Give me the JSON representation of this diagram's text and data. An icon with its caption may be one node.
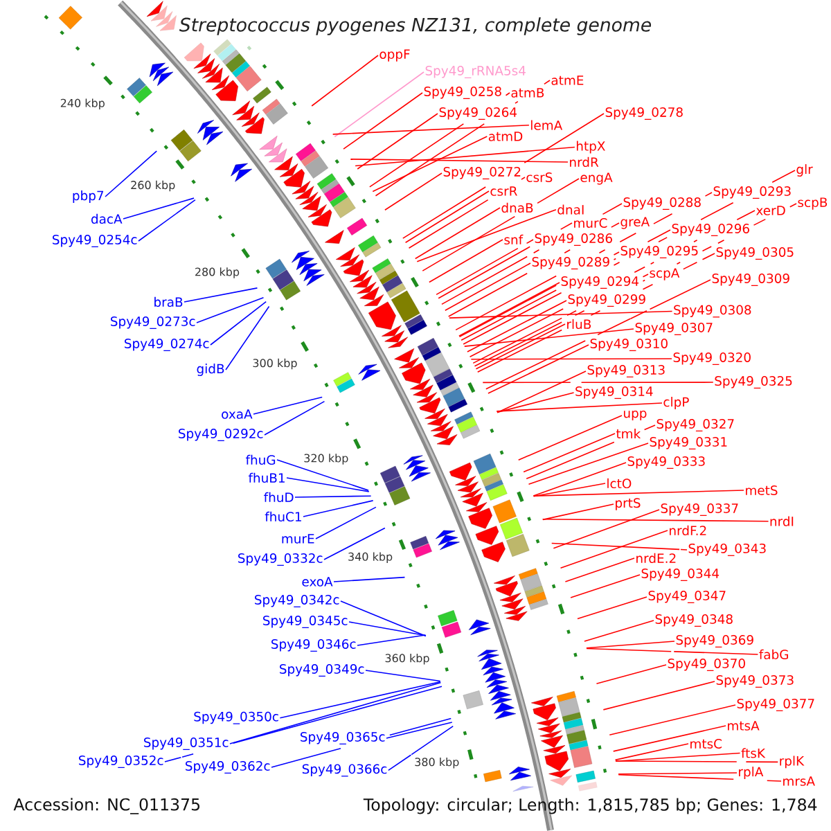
{
  "diagram": {
    "title": "Streptococcus pyogenes NZ131, complete genome",
    "nodes": [
      {
        "text": [
          "oppF"
        ]
      },
      {
        "text": [
          "Spy49_rRNA5s4"
        ]
      },
      {
        "text": [
          "Spy49_0258"
        ]
      },
      {
        "text": [
          "atmB"
        ]
      },
      {
        "text": [
          "atmE"
        ]
      },
      {
        "text": [
          "Spy49_0264"
        ]
      },
      {
        "text": [
          "atmD"
        ]
      },
      {
        "text": [
          "Spy49_0278"
        ]
      },
      {
        "text": [
          "htpX"
        ]
      },
      {
        "text": [
          "lemA"
        ]
      },
      {
        "text": [
          "Spy49_0272"
        ]
      },
      {
        "text": [
          "csrS"
        ]
      },
      {
        "text": [
          "nrdR"
        ]
      },
      {
        "text": [
          "engA"
        ]
      },
      {
        "text": [
          "csrR"
        ]
      },
      {
        "text": [
          "dnaI"
        ]
      },
      {
        "text": [
          "dnaB"
        ]
      },
      {
        "text": [
          "Spy49_0288"
        ]
      },
      {
        "text": [
          "Spy49_0293"
        ]
      },
      {
        "text": [
          "glr"
        ]
      },
      {
        "text": [
          "scpB"
        ]
      },
      {
        "text": [
          "xerD"
        ]
      },
      {
        "text": [
          "murC"
        ]
      },
      {
        "text": [
          "greA"
        ]
      },
      {
        "text": [
          "Spy49_0296"
        ]
      },
      {
        "text": [
          "snf"
        ]
      },
      {
        "text": [
          "Spy49_0286"
        ]
      },
      {
        "text": [
          "Spy49_0295"
        ]
      },
      {
        "text": [
          "Spy49_0305"
        ]
      },
      {
        "text": [
          "Spy49_0289"
        ]
      },
      {
        "text": [
          "Spy49_0294"
        ]
      },
      {
        "text": [
          "scpA"
        ]
      },
      {
        "text": [
          "Spy49_0309"
        ]
      },
      {
        "text": [
          "Spy49_0299"
        ]
      },
      {
        "text": [
          "Spy49_0308"
        ]
      },
      {
        "text": [
          "rluB"
        ]
      },
      {
        "text": [
          "Spy49_0307"
        ]
      },
      {
        "text": [
          "Spy49_0310"
        ]
      },
      {
        "text": [
          "Spy49_0313"
        ]
      },
      {
        "text": [
          "Spy49_0320"
        ]
      },
      {
        "text": [
          "Spy49_0314"
        ]
      },
      {
        "text": [
          "Spy49_0325"
        ]
      },
      {
        "text": [
          "clpP"
        ]
      },
      {
        "text": [
          "upp"
        ]
      },
      {
        "text": [
          "Spy49_0327"
        ]
      },
      {
        "text": [
          "tmk"
        ]
      },
      {
        "text": [
          "Spy49_0331"
        ]
      },
      {
        "text": [
          "Spy49_0333"
        ]
      },
      {
        "text": [
          "lctO"
        ]
      },
      {
        "text": [
          "metS"
        ]
      },
      {
        "text": [
          "prtS"
        ]
      },
      {
        "text": [
          "Spy49_0337"
        ]
      },
      {
        "text": [
          "nrdI"
        ]
      },
      {
        "text": [
          "nrdF.2"
        ]
      },
      {
        "text": [
          "nrdE.2"
        ]
      },
      {
        "text": [
          "Spy49_0343"
        ]
      },
      {
        "text": [
          "Spy49_0344"
        ]
      },
      {
        "text": [
          "Spy49_0347"
        ]
      },
      {
        "text": [
          "Spy49_0348"
        ]
      },
      {
        "text": [
          "Spy49_0369"
        ]
      },
      {
        "text": [
          "Spy49_0370"
        ]
      },
      {
        "text": [
          "fabG"
        ]
      },
      {
        "text": [
          "Spy49_0373"
        ]
      },
      {
        "text": [
          "Spy49_0377"
        ]
      },
      {
        "text": [
          "mtsA"
        ]
      },
      {
        "text": [
          "mtsC"
        ]
      },
      {
        "text": [
          "ftsK"
        ]
      },
      {
        "text": [
          "rplK"
        ]
      },
      {
        "text": [
          "rplA"
        ]
      },
      {
        "text": [
          "mrsA"
        ]
      },
      {
        "text": [
          "pbp7"
        ]
      },
      {
        "text": [
          "dacA"
        ]
      },
      {
        "text": [
          "Spy49_0254c"
        ]
      },
      {
        "text": [
          "braB"
        ]
      },
      {
        "text": [
          "Spy49_0273c"
        ]
      },
      {
        "text": [
          "Spy49_0274c"
        ]
      },
      {
        "text": [
          "gidB"
        ]
      },
      {
        "text": [
          "oxaA"
        ]
      },
      {
        "text": [
          "Spy49_0292c"
        ]
      },
      {
        "text": [
          "fhuG"
        ]
      },
      {
        "text": [
          "fhuB1"
        ]
      },
      {
        "text": [
          "fhuD"
        ]
      },
      {
        "text": [
          "fhuC1"
        ]
      },
      {
        "text": [
          "murE"
        ]
      },
      {
        "text": [
          "Spy49_0332c"
        ]
      },
      {
        "text": [
          "exoA"
        ]
      },
      {
        "text": [
          "Spy49_0342c"
        ]
      },
      {
        "text": [
          "Spy49_0345c"
        ]
      },
      {
        "text": [
          "Spy49_0346c"
        ]
      },
      {
        "text": [
          "Spy49_0349c"
        ]
      },
      {
        "text": [
          "Spy49_0350c"
        ]
      },
      {
        "text": [
          "Spy49_0351c"
        ]
      },
      {
        "text": [
          "Spy49_0352c"
        ]
      },
      {
        "text": [
          "Spy49_0362c"
        ]
      },
      {
        "text": [
          "Spy49_0365c"
        ]
      },
      {
        "text": [
          "Spy49_0366c"
        ]
      }
    ],
    "edges": [
      {
        "from": 0,
        "to": null,
        "arrow": "none"
      },
      {
        "from": 1,
        "to": null,
        "arrow": "none",
        "color": "#ff99cc"
      },
      {
        "from": 2,
        "to": null,
        "arrow": "none"
      },
      {
        "from": 3,
        "to": null,
        "arrow": "none"
      },
      {
        "from": 4,
        "to": null,
        "arrow": "none"
      },
      {
        "from": 5,
        "to": null,
        "arrow": "none"
      },
      {
        "from": 6,
        "to": null,
        "arrow": "none"
      },
      {
        "from": 7,
        "to": null,
        "arrow": "none"
      },
      {
        "from": 8,
        "to": null,
        "arrow": "none"
      },
      {
        "from": 9,
        "to": null,
        "arrow": "none"
      },
      {
        "from": 10,
        "to": null,
        "arrow": "none"
      },
      {
        "from": 11,
        "to": null,
        "arrow": "none"
      },
      {
        "from": 12,
        "to": null,
        "arrow": "none"
      },
      {
        "from": 13,
        "to": null,
        "arrow": "none"
      },
      {
        "from": 14,
        "to": null,
        "arrow": "none"
      },
      {
        "from": 15,
        "to": null,
        "arrow": "none"
      },
      {
        "from": 16,
        "to": null,
        "arrow": "none"
      },
      {
        "from": 17,
        "to": null,
        "arrow": "none"
      },
      {
        "from": 18,
        "to": null,
        "arrow": "none"
      },
      {
        "from": 19,
        "to": null,
        "arrow": "none"
      },
      {
        "from": 20,
        "to": null,
        "arrow": "none"
      },
      {
        "from": 21,
        "to": null,
        "arrow": "none"
      },
      {
        "from": 22,
        "to": null,
        "arrow": "none"
      },
      {
        "from": 23,
        "to": null,
        "arrow": "none"
      },
      {
        "from": 24,
        "to": null,
        "arrow": "none"
      },
      {
        "from": 25,
        "to": null,
        "arrow": "none"
      },
      {
        "from": 26,
        "to": null,
        "arrow": "none"
      },
      {
        "from": 27,
        "to": null,
        "arrow": "none"
      },
      {
        "from": 28,
        "to": null,
        "arrow": "none"
      },
      {
        "from": 29,
        "to": null,
        "arrow": "none"
      },
      {
        "from": 30,
        "to": null,
        "arrow": "none"
      },
      {
        "from": 31,
        "to": null,
        "arrow": "none"
      },
      {
        "from": 32,
        "to": null,
        "arrow": "none"
      },
      {
        "from": 33,
        "to": null,
        "arrow": "none"
      },
      {
        "from": 34,
        "to": null,
        "arrow": "none"
      },
      {
        "from": 35,
        "to": null,
        "arrow": "none"
      },
      {
        "from": 36,
        "to": null,
        "arrow": "none"
      },
      {
        "from": 37,
        "to": null,
        "arrow": "none"
      },
      {
        "from": 38,
        "to": null,
        "arrow": "none"
      },
      {
        "from": 39,
        "to": null,
        "arrow": "none"
      },
      {
        "from": 40,
        "to": null,
        "arrow": "none"
      },
      {
        "from": 41,
        "to": null,
        "arrow": "none"
      },
      {
        "from": 42,
        "to": null,
        "arrow": "none"
      },
      {
        "from": 43,
        "to": null,
        "arrow": "none"
      },
      {
        "from": 44,
        "to": null,
        "arrow": "none"
      },
      {
        "from": 45,
        "to": null,
        "arrow": "none"
      },
      {
        "from": 46,
        "to": null,
        "arrow": "none"
      },
      {
        "from": 47,
        "to": null,
        "arrow": "none"
      },
      {
        "from": 48,
        "to": null,
        "arrow": "none"
      },
      {
        "from": 49,
        "to": null,
        "arrow": "none"
      },
      {
        "from": 50,
        "to": null,
        "arrow": "none"
      },
      {
        "from": 51,
        "to": null,
        "arrow": "none"
      },
      {
        "from": 52,
        "to": null,
        "arrow": "none"
      },
      {
        "from": 53,
        "to": null,
        "arrow": "none"
      },
      {
        "from": 54,
        "to": null,
        "arrow": "none"
      },
      {
        "from": 55,
        "to": null,
        "arrow": "none"
      },
      {
        "from": 56,
        "to": null,
        "arrow": "none"
      },
      {
        "from": 57,
        "to": null,
        "arrow": "none"
      },
      {
        "from": 58,
        "to": null,
        "arrow": "none"
      },
      {
        "from": 59,
        "to": null,
        "arrow": "none"
      },
      {
        "from": 60,
        "to": null,
        "arrow": "none"
      },
      {
        "from": 61,
        "to": null,
        "arrow": "none"
      },
      {
        "from": 62,
        "to": null,
        "arrow": "none"
      },
      {
        "from": 63,
        "to": null,
        "arrow": "none"
      },
      {
        "from": 64,
        "to": null,
        "arrow": "none"
      },
      {
        "from": 65,
        "to": null,
        "arrow": "none"
      },
      {
        "from": 66,
        "to": null,
        "arrow": "none"
      },
      {
        "from": 67,
        "to": null,
        "arrow": "none"
      },
      {
        "from": 68,
        "to": null,
        "arrow": "none"
      },
      {
        "from": 69,
        "to": null,
        "arrow": "none"
      },
      {
        "from": 70,
        "to": null,
        "arrow": "none",
        "color": "#0000ff"
      },
      {
        "from": 71,
        "to": null,
        "arrow": "none",
        "color": "#0000ff"
      },
      {
        "from": 72,
        "to": null,
        "arrow": "none",
        "color": "#0000ff"
      },
      {
        "from": 73,
        "to": null,
        "arrow": "none",
        "color": "#0000ff"
      },
      {
        "from": 74,
        "to": null,
        "arrow": "none",
        "color": "#0000ff"
      },
      {
        "from": 75,
        "to": null,
        "arrow": "none",
        "color": "#0000ff"
      },
      {
        "from": 76,
        "to": null,
        "arrow": "none",
        "color": "#0000ff"
      },
      {
        "from": 77,
        "to": null,
        "arrow": "none",
        "color": "#0000ff"
      },
      {
        "from": 78,
        "to": null,
        "arrow": "none",
        "color": "#0000ff"
      },
      {
        "from": 79,
        "to": null,
        "arrow": "none",
        "color": "#0000ff"
      },
      {
        "from": 80,
        "to": null,
        "arrow": "none",
        "color": "#0000ff"
      },
      {
        "from": 81,
        "to": null,
        "arrow": "none",
        "color": "#0000ff"
      },
      {
        "from": 82,
        "to": null,
        "arrow": "none",
        "color": "#0000ff"
      },
      {
        "from": 83,
        "to": null,
        "arrow": "none",
        "color": "#0000ff"
      },
      {
        "from": 84,
        "to": null,
        "arrow": "none",
        "color": "#0000ff"
      },
      {
        "from": 85,
        "to": null,
        "arrow": "none",
        "color": "#0000ff"
      },
      {
        "from": 86,
        "to": null,
        "arrow": "none",
        "color": "#0000ff"
      },
      {
        "from": 87,
        "to": null,
        "arrow": "none",
        "color": "#0000ff"
      },
      {
        "from": 88,
        "to": null,
        "arrow": "none",
        "color": "#0000ff"
      },
      {
        "from": 89,
        "to": null,
        "arrow": "none",
        "color": "#0000ff"
      },
      {
        "from": 90,
        "to": null,
        "arrow": "none",
        "color": "#0000ff"
      },
      {
        "from": 91,
        "to": null,
        "arrow": "none",
        "color": "#0000ff"
      },
      {
        "from": 92,
        "to": null,
        "arrow": "none",
        "color": "#0000ff"
      },
      {
        "from": 93,
        "to": null,
        "arrow": "none",
        "color": "#0000ff"
      },
      {
        "from": 94,
        "to": null,
        "arrow": "none",
        "color": "#0000ff"
      },
      {
        "from": 95,
        "to": null,
        "arrow": "none",
        "color": "#0000ff"
      }
    ],
    "labels": [
      "240 kbp",
      "260 kbp",
      "280 kbp",
      "300 kbp",
      "320 kbp",
      "340 kbp",
      "360 kbp",
      "380 kbp",
      "Accession: NC_011375",
      "Topology: circular; Length: 1,815,785 bp; Genes: 1,784"
    ]
  }
}
